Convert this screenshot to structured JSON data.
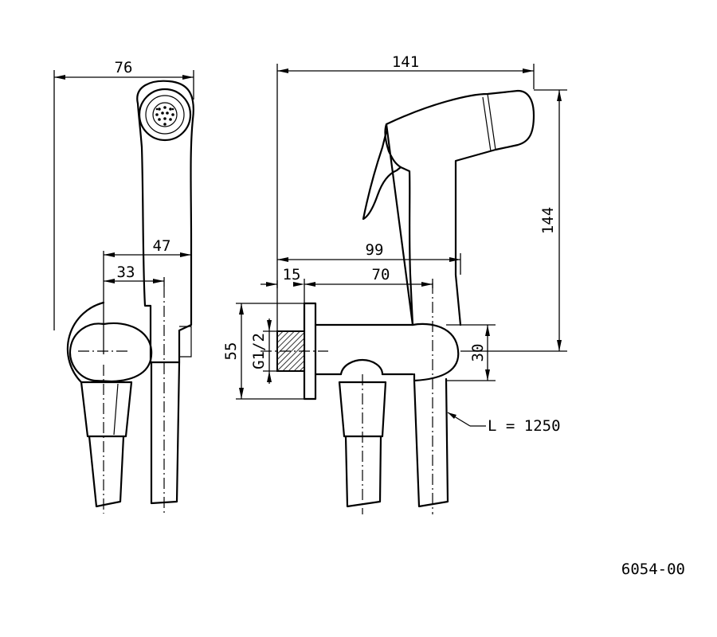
{
  "dimensions": {
    "side_width": "76",
    "hose_offset_outer": "47",
    "hose_offset_inner": "33",
    "front_width": "141",
    "front_height": "144",
    "to_hose": "99",
    "flange_thickness": "15",
    "outlet_length": "70",
    "flange_height": "55",
    "thread": "G1/2",
    "outlet_height": "30"
  },
  "hose_length_label": "L = 1250",
  "product_code": "6054-00"
}
